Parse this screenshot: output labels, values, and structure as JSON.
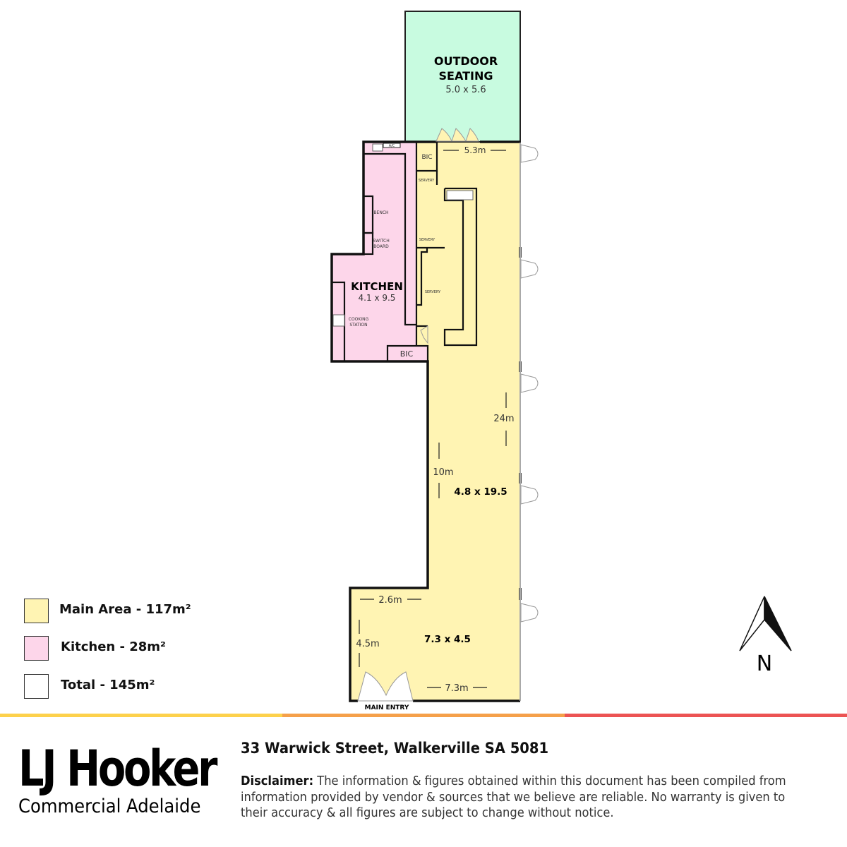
{
  "colors": {
    "main_area": "#fff4b3",
    "kitchen": "#fdd6ea",
    "outdoor": "#c8fbe0",
    "bar_yellow": "#fdd14b",
    "bar_orange": "#f5a04a",
    "bar_red": "#ec5353"
  },
  "plan": {
    "outdoor": {
      "title_line1": "OUTDOOR",
      "title_line2": "SEATING",
      "size": "5.0 x 5.6"
    },
    "kitchen": {
      "title": "KITCHEN",
      "size": "4.1 x 9.5",
      "bench": "BENCH",
      "switch_1": "SWITCH",
      "switch_2": "BOARD",
      "cooking_1": "COOKING",
      "cooking_2": "STATION",
      "ac": "A/C",
      "bic": "BIC"
    },
    "main": {
      "bic": "BIC",
      "servery_1": "SERVERY",
      "servery_2": "SERVERY",
      "servery_3": "SERVERY",
      "dim_top": "5.3m",
      "dim_length": "24m",
      "dim_10": "10m",
      "size": "4.8 x 19.5"
    },
    "front": {
      "dim_2_6": "2.6m",
      "dim_4_5": "4.5m",
      "dim_7_3": "7.3m",
      "size": "7.3 x 4.5",
      "entry": "MAIN ENTRY"
    },
    "north": "N"
  },
  "legend": [
    {
      "label": "Main Area - 117m²"
    },
    {
      "label": "Kitchen - 28m²"
    },
    {
      "label": "Total - 145m²"
    }
  ],
  "footer": {
    "logo_main": "LJ Hooker",
    "logo_sub": "Commercial Adelaide",
    "address": "33 Warwick Street, Walkerville SA 5081",
    "disclaimer_label": "Disclaimer:",
    "disclaimer_text": " The information & figures obtained within this document has been compiled from information provided by vendor & sources that we believe are reliable. No warranty is given to their accuracy & all figures are subject to change without notice."
  }
}
